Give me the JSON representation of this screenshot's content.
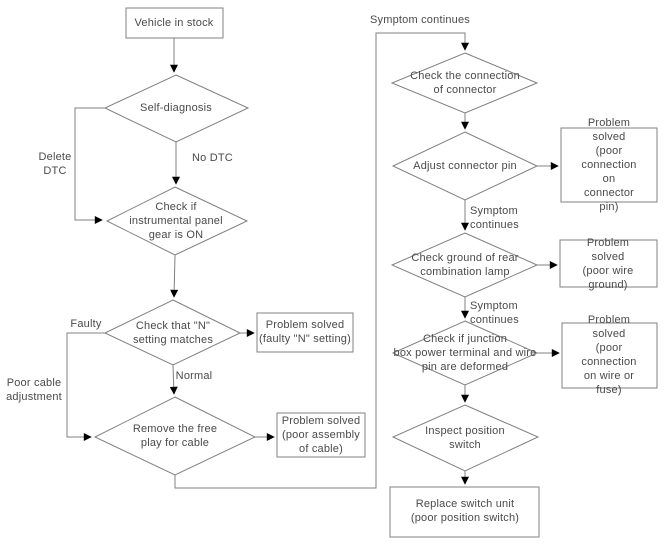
{
  "diagram_type": "troubleshooting-flowchart",
  "colors": {
    "background": "#ffffff",
    "line": "#808080",
    "shape_border": "#808080",
    "shape_fill": "#ffffff",
    "arrowhead": "#000000",
    "text": "#4a4a4a"
  },
  "nodes": {
    "vehicle_in_stock": "Vehicle in stock",
    "self_diagnosis": "Self-diagnosis",
    "check_instrumental_panel": "Check if\ninstrumental panel\ngear is ON",
    "check_n_setting": "Check that \"N\"\nsetting matches",
    "problem_faulty_n": "Problem solved\n(faulty \"N\" setting)",
    "remove_free_play": "Remove the free\nplay for cable",
    "problem_poor_assembly": "Problem solved\n(poor assembly\nof cable)",
    "check_connection_connector": "Check the connection\nof connector",
    "adjust_connector_pin": "Adjust connector pin",
    "problem_connector_pin": "Problem solved\n(poor connection\non connector pin)",
    "check_ground_rear": "Check ground of rear\ncombination lamp",
    "problem_wire_ground": "Problem solved\n(poor wire ground)",
    "check_junction_box": "Check if junction\nbox power terminal and wire\npin are deformed",
    "problem_wire_fuse": "Problem solved\n(poor connection\non wire or fuse)",
    "inspect_position_switch": "Inspect position\nswitch",
    "replace_switch_unit": "Replace switch unit\n(poor position switch)"
  },
  "edge_labels": {
    "delete_dtc": "Delete\nDTC",
    "no_dtc": "No DTC",
    "faulty": "Faulty",
    "normal": "Normal",
    "poor_cable_adjustment": "Poor cable\nadjustment",
    "symptom_continues_top": "Symptom continues",
    "symptom_continues_1": "Symptom\ncontinues",
    "symptom_continues_2": "Symptom\ncontinues"
  }
}
